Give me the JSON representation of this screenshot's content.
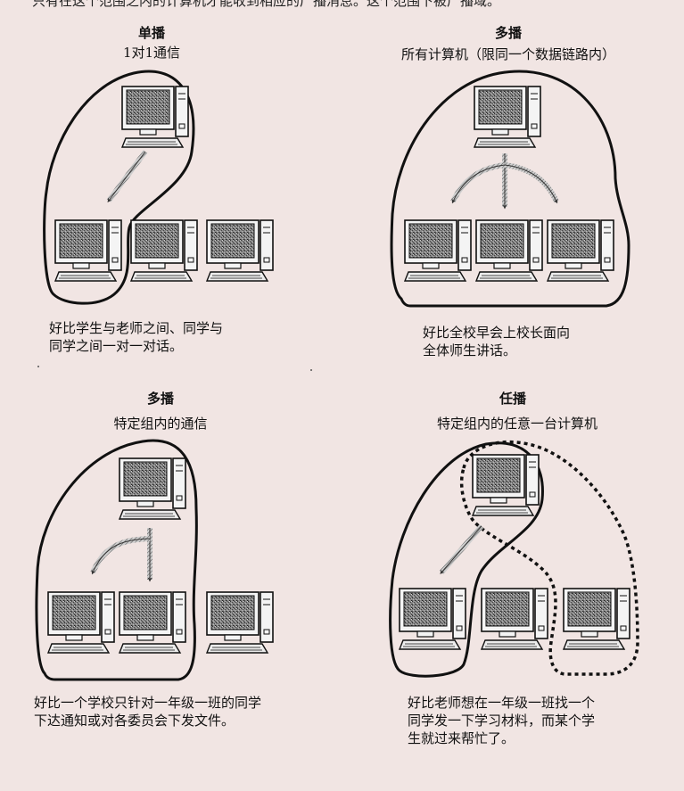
{
  "page": {
    "top_text": "只有在这个范围之内的计算机才能收到相应的广播消息。这个范围下被广播域。"
  },
  "panels": [
    {
      "id": "unicast",
      "title": "单播",
      "subtitle": "1对1通信",
      "caption": "好比学生与老师之间、同学与\n同学之间一对一对话。"
    },
    {
      "id": "broadcast",
      "title": "多播",
      "subtitle": "所有计算机（限同一个数据链路内）",
      "caption": "好比全校早会上校长面向\n全体师生讲话。"
    },
    {
      "id": "multicast",
      "title": "多播",
      "subtitle": "特定组内的通信",
      "caption": "好比一个学校只针对一年级一班的同学\n下达通知或对各委员会下发文件。"
    },
    {
      "id": "anycast",
      "title": "任播",
      "subtitle": "特定组内的任意一台计算机",
      "caption": "好比老师想在一年级一班找一个\n同学发一下学习材料，而某个学\n生就过来帮忙了。"
    }
  ],
  "colors": {
    "background": "#f1e5e3",
    "outline": "#111111",
    "screen": "#6a6a6a",
    "arrow": "#555555"
  },
  "icons": [
    "computer-icon",
    "arrow-icon"
  ]
}
